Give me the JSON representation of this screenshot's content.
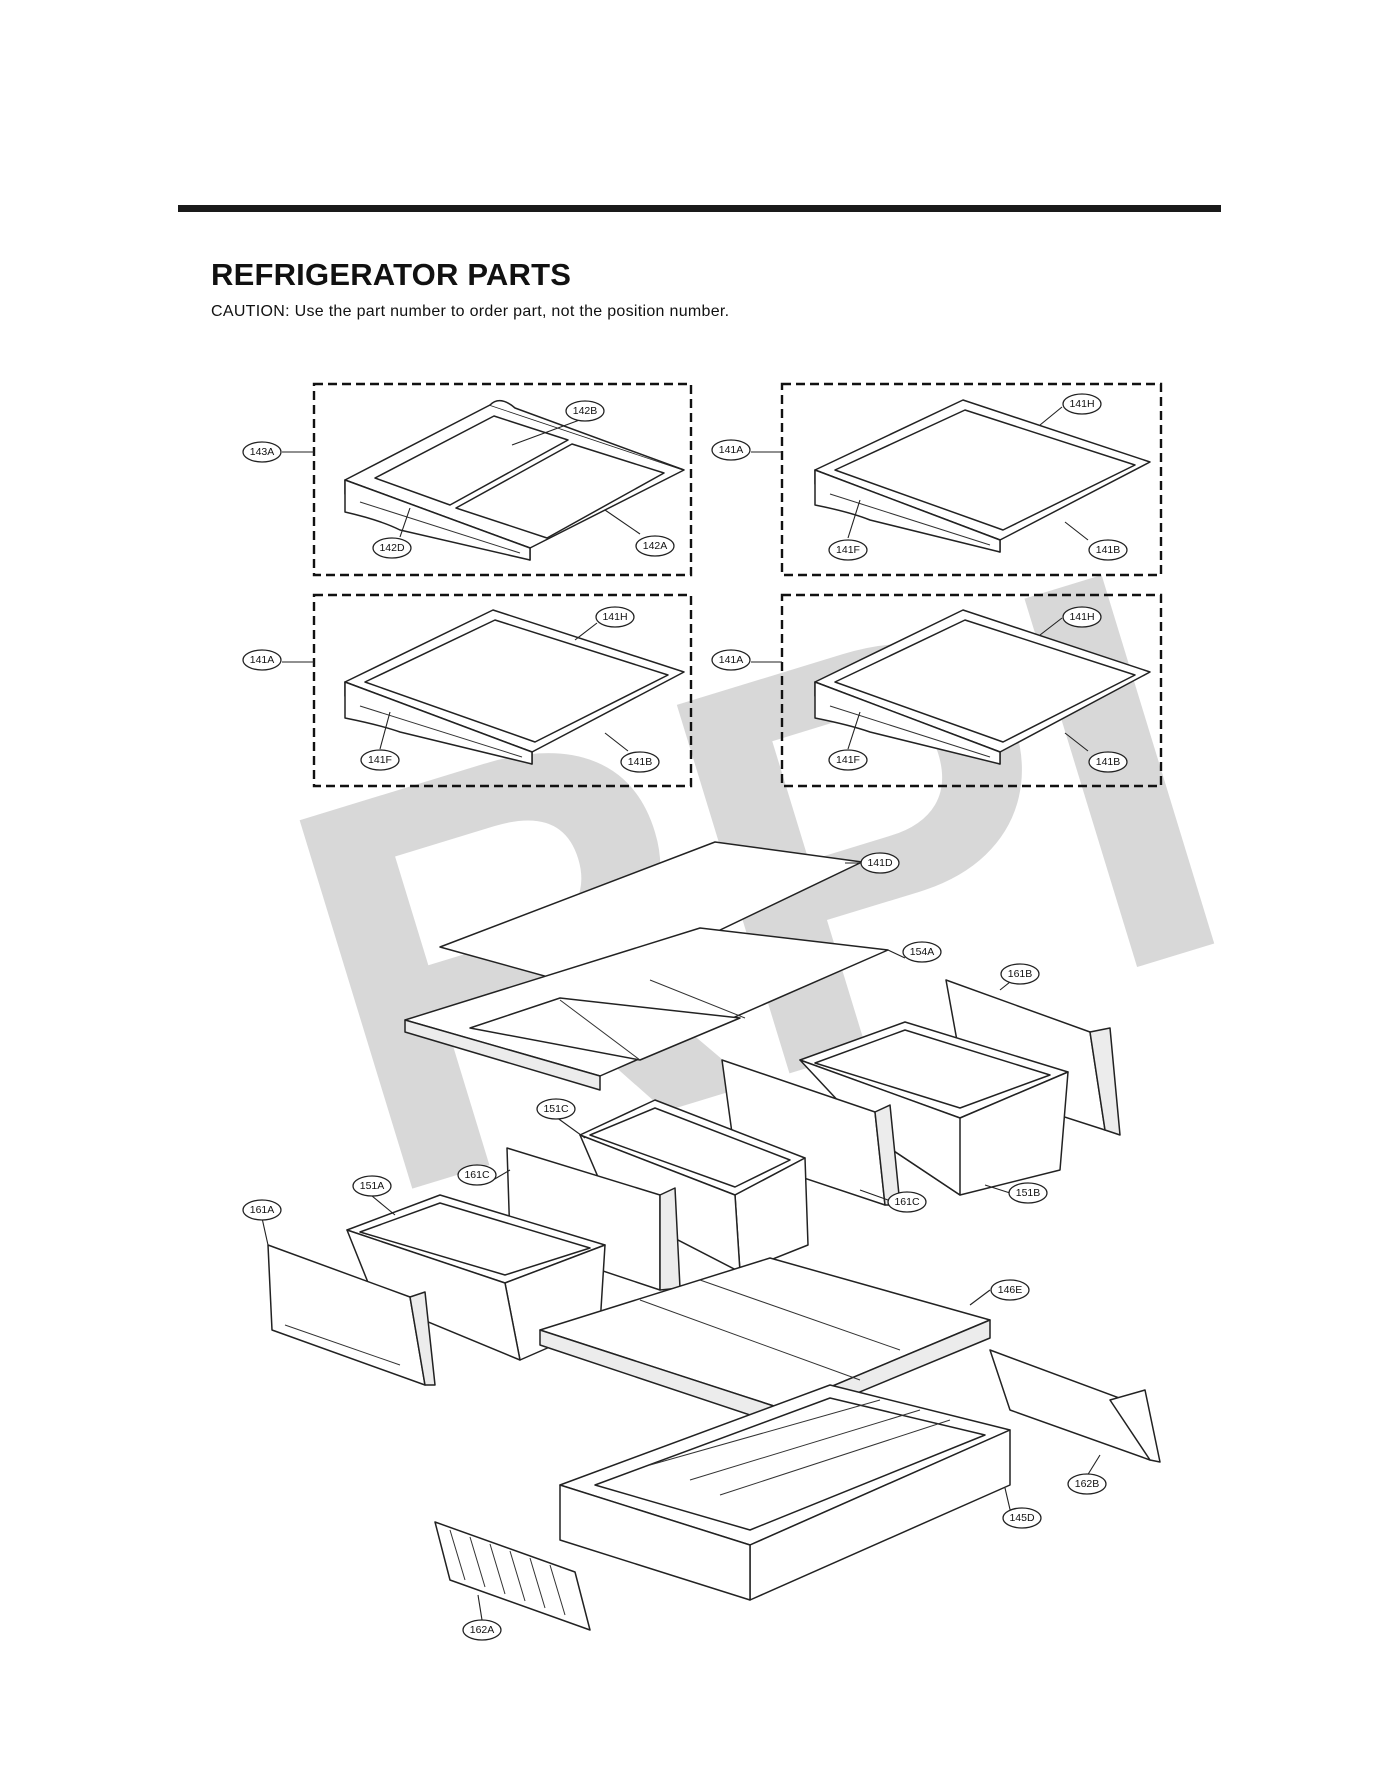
{
  "header": {
    "title": "REFRIGERATOR PARTS",
    "caution": "CAUTION: Use the part number to order part, not the position number."
  },
  "watermark": "RPI",
  "callouts": {
    "c143A": "143A",
    "c142B": "142B",
    "c142D": "142D",
    "c142A": "142A",
    "c141A_1": "141A",
    "c141H_1": "141H",
    "c141F_1": "141F",
    "c141B_1": "141B",
    "c141A_2": "141A",
    "c141H_2": "141H",
    "c141F_2": "141F",
    "c141B_2": "141B",
    "c141A_3": "141A",
    "c141H_3": "141H",
    "c141F_3": "141F",
    "c141B_3": "141B",
    "c141D": "141D",
    "c154A": "154A",
    "c161B": "161B",
    "c151C": "151C",
    "c161C_1": "161C",
    "c151A": "151A",
    "c161A": "161A",
    "c161C_2": "161C",
    "c151B": "151B",
    "c146E": "146E",
    "c162B": "162B",
    "c145D": "145D",
    "c162A": "162A"
  }
}
